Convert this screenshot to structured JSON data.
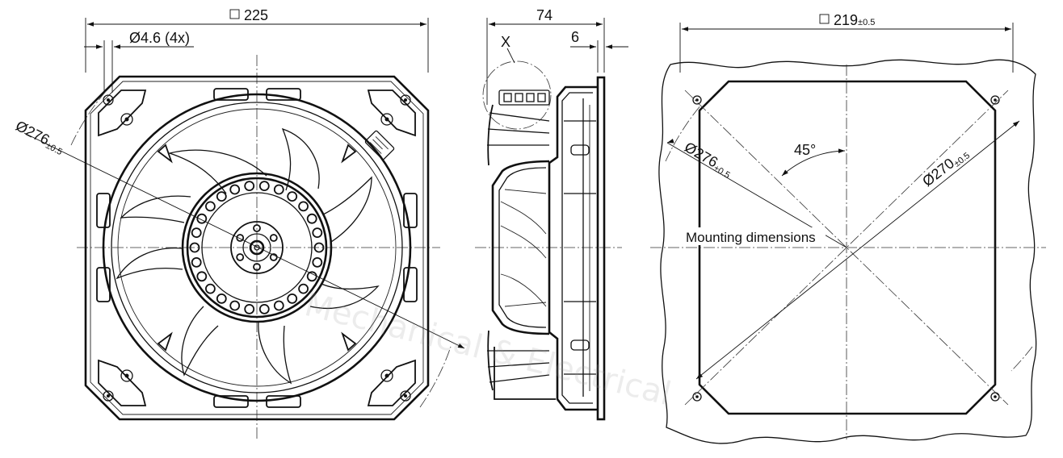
{
  "front_view": {
    "width_dim": "225",
    "hole_dim": "Ø4.6 (4x)",
    "diag_dim_main": "Ø276",
    "diag_dim_tol": "±0.5"
  },
  "side_view": {
    "depth_dim": "74",
    "flange_dim": "6",
    "detail_label": "X"
  },
  "mounting_view": {
    "cutout_dim_main": "219",
    "cutout_dim_tol": "±0.5",
    "angle_label": "45°",
    "diag_dim_a_main": "Ø276",
    "diag_dim_a_tol": "±0.5",
    "diag_dim_b_main": "Ø270",
    "diag_dim_b_tol": "±0.5",
    "caption": "Mounting dimensions"
  },
  "watermark": {
    "line1": "Mechanical & Electrical"
  },
  "colors": {
    "line": "#111111",
    "background": "#ffffff",
    "watermark": "#9a9a9a"
  }
}
